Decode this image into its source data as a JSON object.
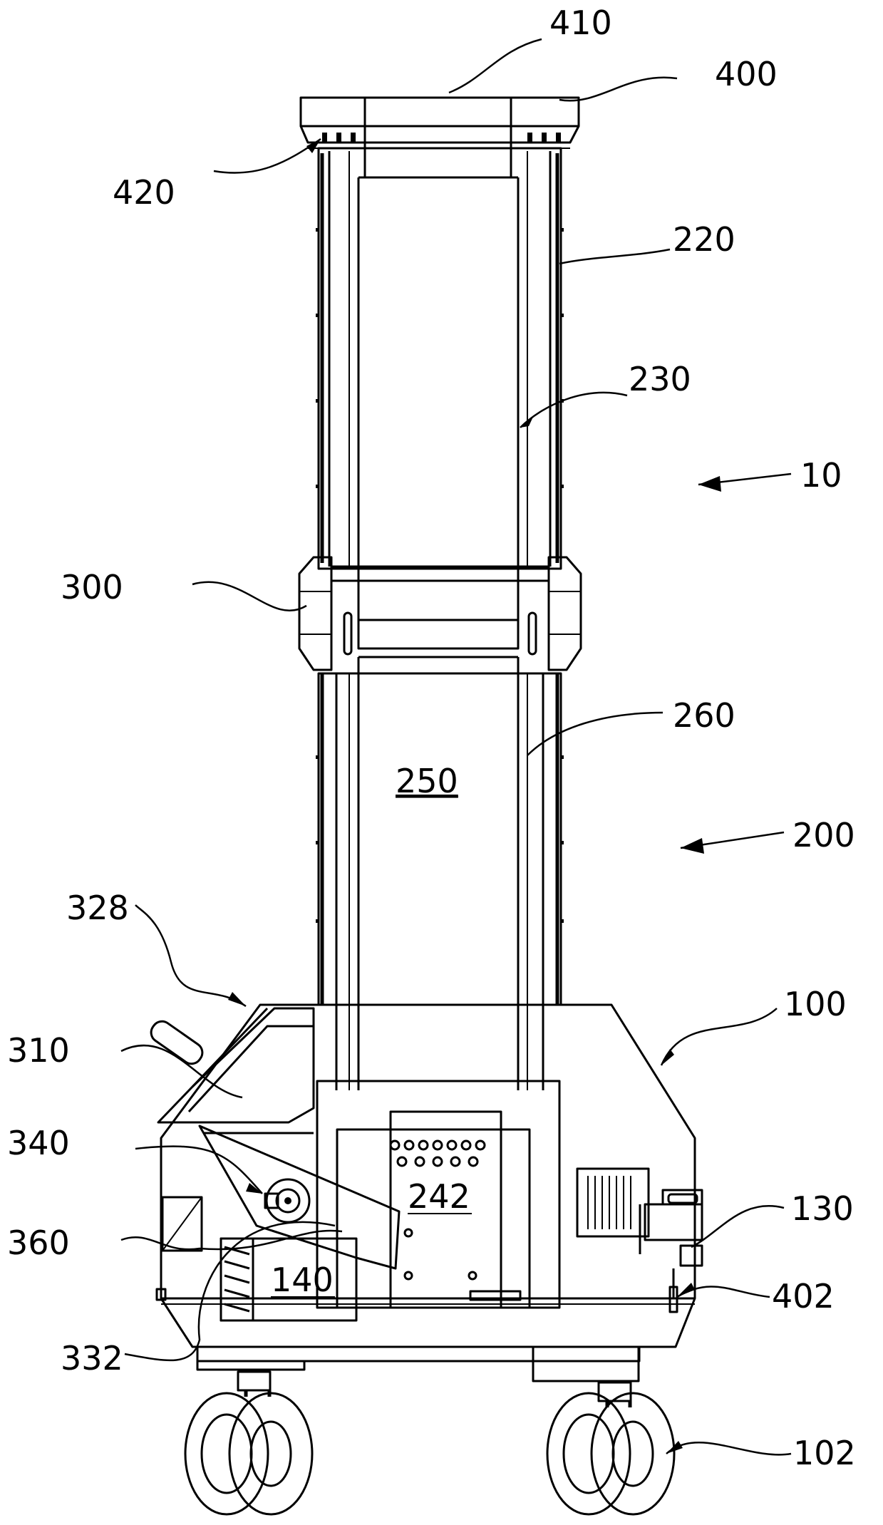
{
  "figure": {
    "labels": {
      "l410": "410",
      "l400": "400",
      "l420": "420",
      "l220": "220",
      "l230": "230",
      "l10": "10",
      "l300": "300",
      "l260": "260",
      "l250": "250",
      "l200": "200",
      "l328": "328",
      "l100": "100",
      "l310": "310",
      "l340": "340",
      "l242": "242",
      "l130": "130",
      "l360": "360",
      "l402": "402",
      "l140": "140",
      "l332": "332",
      "l102": "102"
    }
  }
}
